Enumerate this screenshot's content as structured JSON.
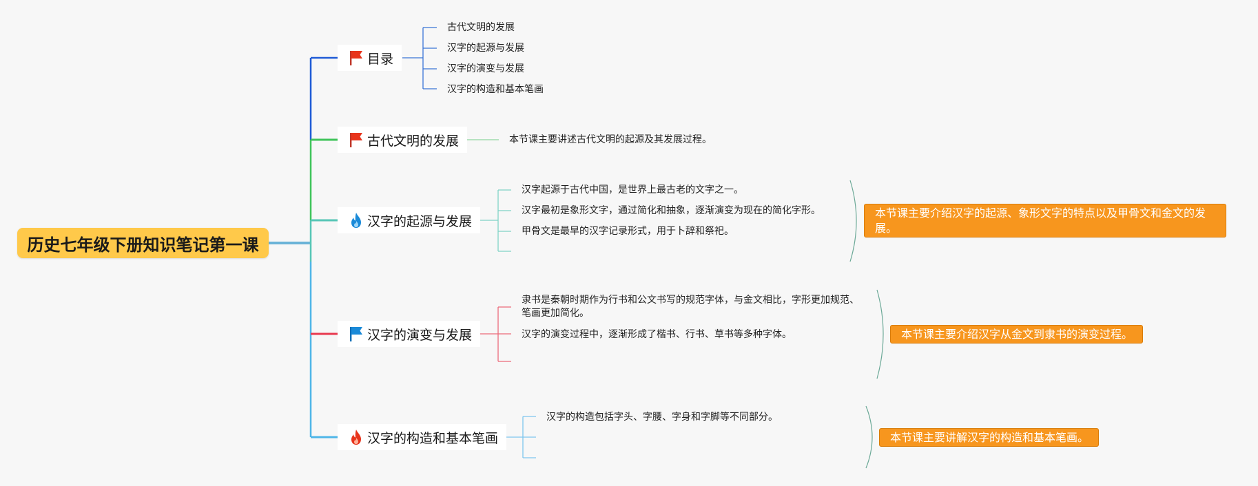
{
  "root": {
    "title": "历史七年级下册知识笔记第一课"
  },
  "colors": {
    "root": "#ffc94a",
    "summary": "#f7961e",
    "branch_toc": "#1f5bd6",
    "branch_ancient": "#3fc45a",
    "branch_origin": "#56c6b6",
    "branch_evolution": "#e8384f",
    "branch_structure": "#4fb6e8"
  },
  "topics": [
    {
      "title": "目录",
      "icon": "red-flag-icon",
      "children": [
        "古代文明的发展",
        "汉字的起源与发展",
        "汉字的演变与发展",
        "汉字的构造和基本笔画"
      ]
    },
    {
      "title": "古代文明的发展",
      "icon": "red-flag-icon",
      "children": [
        "本节课主要讲述古代文明的起源及其发展过程。"
      ]
    },
    {
      "title": "汉字的起源与发展",
      "icon": "blue-fire-icon",
      "children": [
        "汉字起源于古代中国，是世界上最古老的文字之一。",
        "汉字最初是象形文字，通过简化和抽象，逐渐演变为现在的简化字形。",
        "甲骨文是最早的汉字记录形式，用于卜辞和祭祀。",
        ""
      ],
      "summary": "本节课主要介绍汉字的起源、象形文字的特点以及甲骨文和金文的发展。"
    },
    {
      "title": "汉字的演变与发展",
      "icon": "blue-flag-icon",
      "children": [
        "隶书是秦朝时期作为行书和公文书写的规范字体，与金文相比，字形更加规范、笔画更加简化。",
        "汉字的演变过程中，逐渐形成了楷书、行书、草书等多种字体。",
        ""
      ],
      "summary": "本节课主要介绍汉字从金文到隶书的演变过程。"
    },
    {
      "title": "汉字的构造和基本笔画",
      "icon": "red-fire-icon",
      "children": [
        "汉字的构造包括字头、字腰、字身和字脚等不同部分。",
        "",
        ""
      ],
      "summary": "本节课主要讲解汉字的构造和基本笔画。"
    }
  ]
}
